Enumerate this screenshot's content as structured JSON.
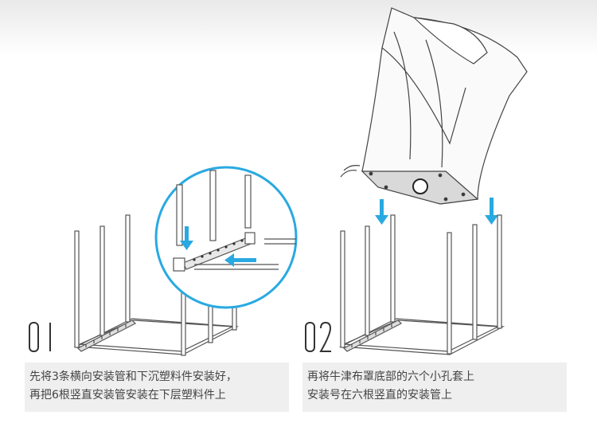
{
  "steps": [
    {
      "number": "01",
      "caption_lines": [
        "先将3条横向安装管和下沉塑料件安装好，",
        "再把6根竖直安装管安装在下层塑料件上"
      ]
    },
    {
      "number": "02",
      "caption_lines": [
        "再将牛津布罩底部的六个小孔套上",
        "安装号在六根竖直的安装管上"
      ]
    }
  ],
  "colors": {
    "arrow": "#29a9e1",
    "line": "#555555",
    "caption_bg": "#efefef"
  }
}
